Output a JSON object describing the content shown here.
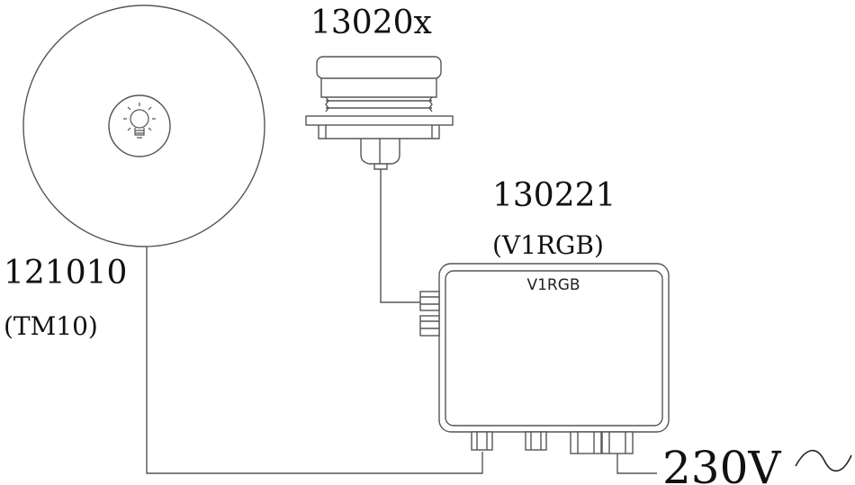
{
  "labels": {
    "sensor": "13020x",
    "controller_code": "130221",
    "controller_model": "(V1RGB)",
    "controller_box_text": "V1RGB",
    "lamp_code": "121010",
    "lamp_model": "(TM10)",
    "power": "230V"
  },
  "icons": [
    "lamp-disc",
    "light-bulb-icon",
    "sensor-device",
    "junction-box",
    "cable-gland",
    "ac-sine-icon"
  ]
}
